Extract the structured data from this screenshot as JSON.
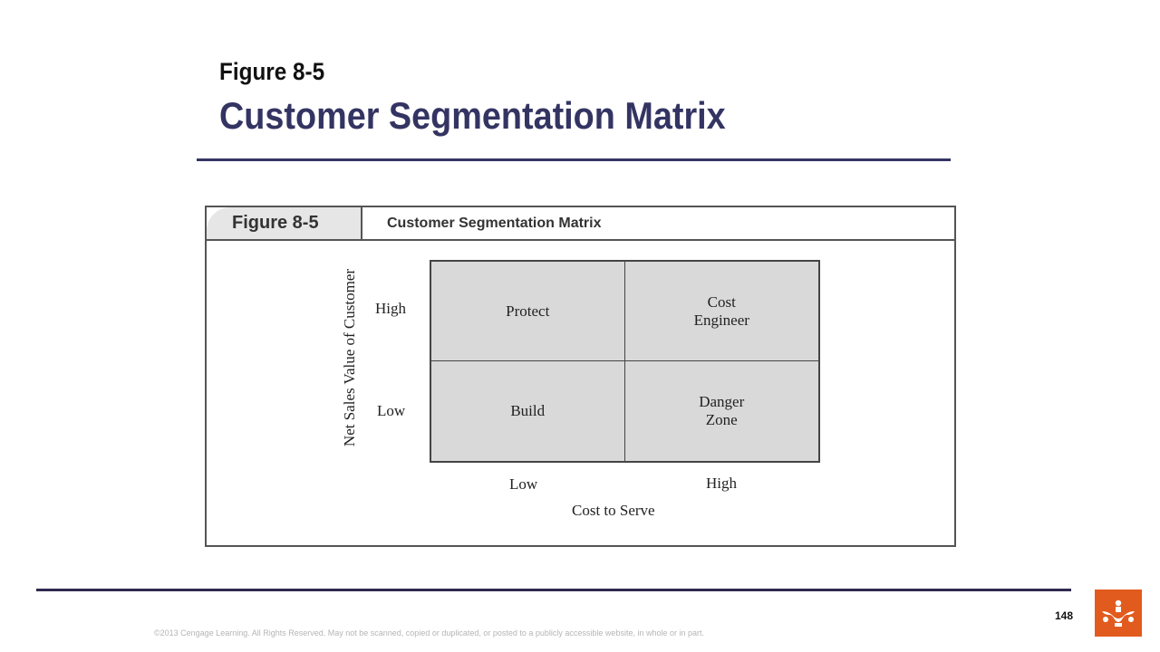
{
  "header": {
    "figure_number": "Figure 8-5",
    "title": "Customer Segmentation Matrix"
  },
  "figure": {
    "tab_label": "Figure 8-5",
    "bar_title": "Customer Segmentation Matrix",
    "matrix": {
      "cells": {
        "top_left": "Protect",
        "top_right": "Cost\nEngineer",
        "bottom_left": "Build",
        "bottom_right": "Danger\nZone"
      },
      "y_axis": {
        "title": "Net Sales Value of Customer",
        "high": "High",
        "low": "Low"
      },
      "x_axis": {
        "title": "Cost to Serve",
        "low": "Low",
        "high": "High"
      }
    }
  },
  "footer": {
    "page_number": "148",
    "copyright": "©2013 Cengage Learning. All Rights Reserved. May not be scanned, copied or duplicated, or posted to a publicly accessible website, in whole or in part."
  },
  "colors": {
    "title": "#343463",
    "cell_fill": "#d9d9d9",
    "logo": "#e25b1e"
  },
  "icons": {
    "logo": "cengage-logo-icon"
  }
}
